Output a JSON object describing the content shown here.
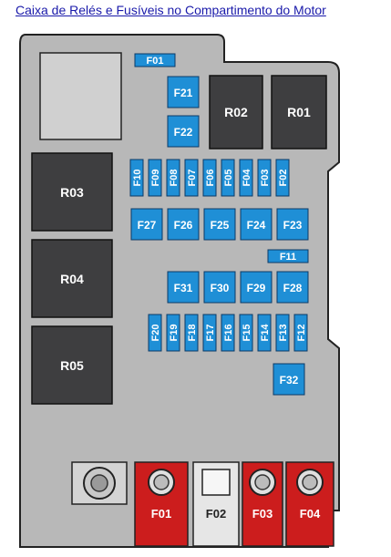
{
  "page": {
    "title_link": "Caixa de Relés e Fusíveis no Compartimento do Motor"
  },
  "colors": {
    "fuse_blue": "#1f8fd6",
    "relay_dark": "#3e3e40",
    "box_gray": "#b8b8b8",
    "maxi_red": "#cc1d1d",
    "maxi_white": "#e6e6e6",
    "link_blue": "#1a1aaa"
  },
  "relays": {
    "r01": "R01",
    "r02": "R02",
    "r03": "R03",
    "r04": "R04",
    "r05": "R05"
  },
  "fuses": {
    "f01": "F01",
    "f02": "F02",
    "f03": "F03",
    "f04": "F04",
    "f05": "F05",
    "f06": "F06",
    "f07": "F07",
    "f08": "F08",
    "f09": "F09",
    "f10": "F10",
    "f11": "F11",
    "f12": "F12",
    "f13": "F13",
    "f14": "F14",
    "f15": "F15",
    "f16": "F16",
    "f17": "F17",
    "f18": "F18",
    "f19": "F19",
    "f20": "F20",
    "f21": "F21",
    "f22": "F22",
    "f23": "F23",
    "f24": "F24",
    "f25": "F25",
    "f26": "F26",
    "f27": "F27",
    "f28": "F28",
    "f29": "F29",
    "f30": "F30",
    "f31": "F31",
    "f32": "F32"
  },
  "maxi_fuses": {
    "f01": "F01",
    "f02": "F02",
    "f03": "F03",
    "f04": "F04"
  }
}
